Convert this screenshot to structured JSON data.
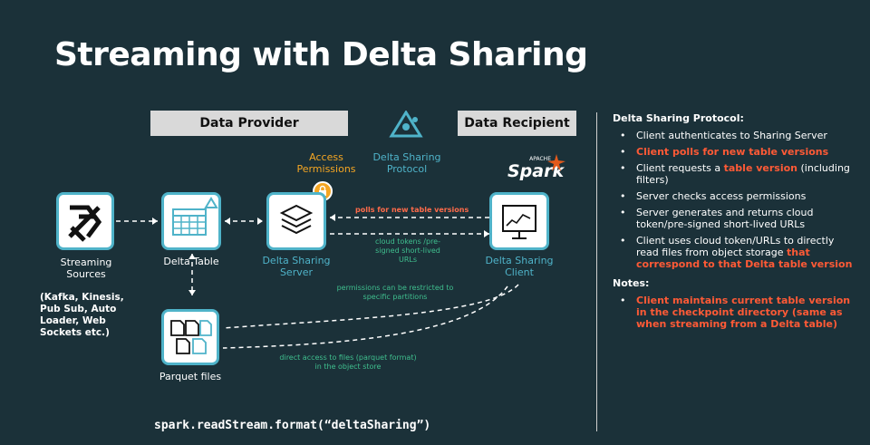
{
  "title": "Streaming with Delta Sharing",
  "bands": {
    "provider": "Data Provider",
    "recipient": "Data Recipient"
  },
  "protocol_label": [
    "Delta Sharing",
    "Protocol"
  ],
  "access_label": [
    "Access",
    "Permissions"
  ],
  "spark_logo": {
    "apache": "APACHE",
    "name": "Spark"
  },
  "nodes": {
    "sources": [
      "Streaming",
      "Sources"
    ],
    "sources_note": [
      "(Kafka, Kinesis,",
      "Pub Sub, Auto",
      "Loader, Web",
      "Sockets etc.)"
    ],
    "delta_table": "Delta Table",
    "server": [
      "Delta Sharing",
      "Server"
    ],
    "client": [
      "Delta Sharing",
      "Client"
    ],
    "parquet": "Parquet files"
  },
  "edge_labels": {
    "polls": "polls for new table versions",
    "tokens": [
      "cloud tokens /pre-",
      "signed short-lived",
      "URLs"
    ],
    "permissions": [
      "permissions can be restricted to",
      "specific partitions"
    ],
    "direct": [
      "direct access to files (parquet format)",
      "in the object store"
    ]
  },
  "protocol": {
    "heading": "Delta Sharing Protocol:",
    "steps": [
      {
        "parts": [
          {
            "text": "Client authenticates to Sharing Server",
            "hl": false
          }
        ]
      },
      {
        "parts": [
          {
            "text": "Client polls for new table versions",
            "hl": true
          }
        ]
      },
      {
        "parts": [
          {
            "text": "Client requests a ",
            "hl": false
          },
          {
            "text": "table version",
            "hl": true
          },
          {
            "text": " (including filters)",
            "hl": false
          }
        ]
      },
      {
        "parts": [
          {
            "text": "Server checks access permissions",
            "hl": false
          }
        ]
      },
      {
        "parts": [
          {
            "text": "Server generates and returns cloud token/pre-signed short-lived URLs",
            "hl": false
          }
        ]
      },
      {
        "parts": [
          {
            "text": "Client uses cloud token/URLs to directly read files from object storage ",
            "hl": false
          },
          {
            "text": "that correspond to that Delta table version",
            "hl": true
          }
        ]
      }
    ],
    "notes_heading": "Notes:",
    "notes": [
      {
        "parts": [
          {
            "text": "Client maintains current table version in the checkpoint directory (same as when streaming from a Delta table)",
            "hl": true
          }
        ]
      }
    ]
  },
  "code": "spark.readStream.format(“deltaSharing”)",
  "colors": {
    "background": "#1b3139",
    "teal": "#4fb3c9",
    "orange": "#f5a623",
    "red": "#ff5a36",
    "green": "#3fbf8e"
  }
}
